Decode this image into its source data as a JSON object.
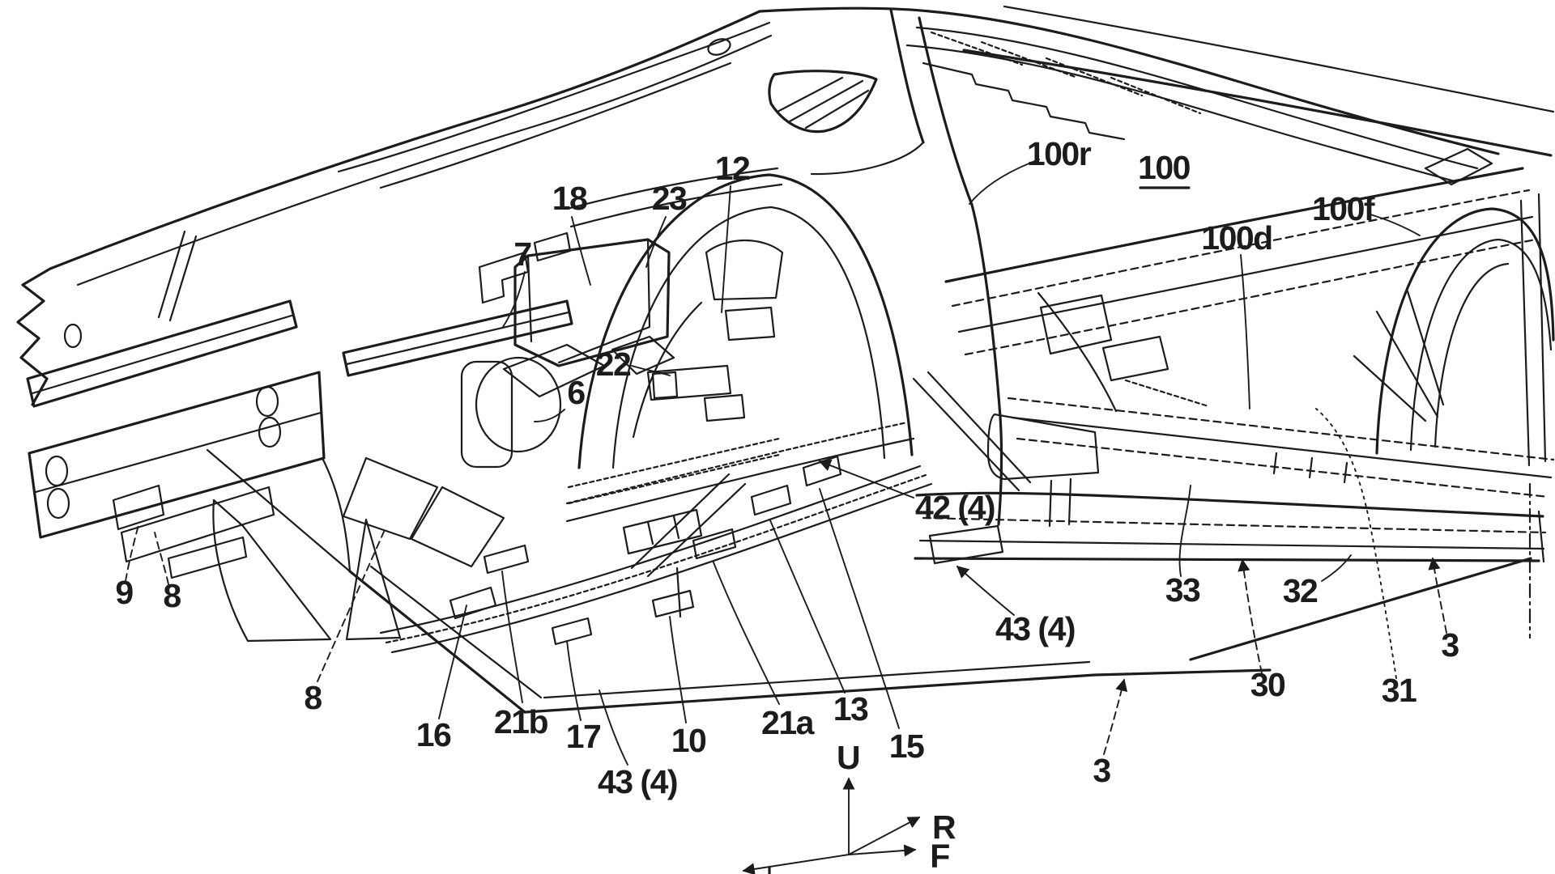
{
  "figure": {
    "colors": {
      "background": "#ffffff",
      "ink": "#1c1c1c"
    },
    "annotations": {
      "part_labels": [
        {
          "text": "7"
        },
        {
          "text": "18"
        },
        {
          "text": "23"
        },
        {
          "text": "12"
        },
        {
          "text": "22"
        },
        {
          "text": "6"
        },
        {
          "text": "100r"
        },
        {
          "text": "100",
          "underlined": true
        },
        {
          "text": "100d"
        },
        {
          "text": "100f"
        },
        {
          "text": "42 (4)"
        },
        {
          "text": "9"
        },
        {
          "text": "8"
        },
        {
          "text": "8"
        },
        {
          "text": "16"
        },
        {
          "text": "21b"
        },
        {
          "text": "17"
        },
        {
          "text": "43 (4)"
        },
        {
          "text": "10"
        },
        {
          "text": "21a"
        },
        {
          "text": "13"
        },
        {
          "text": "15"
        },
        {
          "text": "43 (4)"
        },
        {
          "text": "33"
        },
        {
          "text": "32"
        },
        {
          "text": "30"
        },
        {
          "text": "31"
        },
        {
          "text": "3"
        },
        {
          "text": "3"
        }
      ],
      "axis_indicator": {
        "up": "U",
        "right": "R",
        "forward": "F"
      }
    }
  }
}
